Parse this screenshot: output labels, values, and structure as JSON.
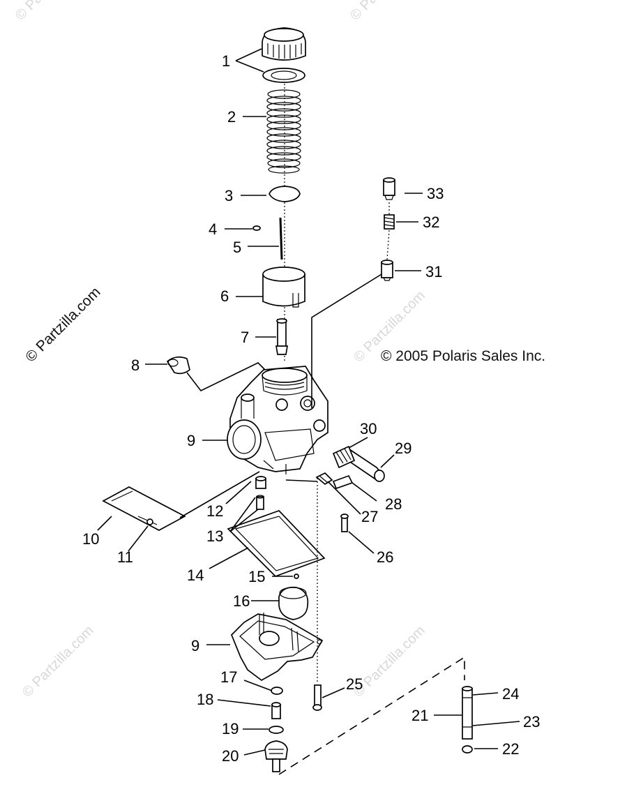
{
  "copyright": "© 2005 Polaris Sales Inc.",
  "watermark": "© Partzilla.com",
  "callouts": [
    {
      "id": "1",
      "text": "1"
    },
    {
      "id": "2",
      "text": "2"
    },
    {
      "id": "3",
      "text": "3"
    },
    {
      "id": "4",
      "text": "4"
    },
    {
      "id": "5",
      "text": "5"
    },
    {
      "id": "6",
      "text": "6"
    },
    {
      "id": "7",
      "text": "7"
    },
    {
      "id": "8",
      "text": "8"
    },
    {
      "id": "9a",
      "text": "9"
    },
    {
      "id": "9b",
      "text": "9"
    },
    {
      "id": "10",
      "text": "10"
    },
    {
      "id": "11",
      "text": "11"
    },
    {
      "id": "12",
      "text": "12"
    },
    {
      "id": "13",
      "text": "13"
    },
    {
      "id": "14",
      "text": "14"
    },
    {
      "id": "15",
      "text": "15"
    },
    {
      "id": "16",
      "text": "16"
    },
    {
      "id": "17",
      "text": "17"
    },
    {
      "id": "18",
      "text": "18"
    },
    {
      "id": "19",
      "text": "19"
    },
    {
      "id": "20",
      "text": "20"
    },
    {
      "id": "21",
      "text": "21"
    },
    {
      "id": "22",
      "text": "22"
    },
    {
      "id": "23",
      "text": "23"
    },
    {
      "id": "24",
      "text": "24"
    },
    {
      "id": "25",
      "text": "25"
    },
    {
      "id": "26",
      "text": "26"
    },
    {
      "id": "27",
      "text": "27"
    },
    {
      "id": "28",
      "text": "28"
    },
    {
      "id": "29",
      "text": "29"
    },
    {
      "id": "30",
      "text": "30"
    },
    {
      "id": "31",
      "text": "31"
    },
    {
      "id": "32",
      "text": "32"
    },
    {
      "id": "33",
      "text": "33"
    }
  ]
}
